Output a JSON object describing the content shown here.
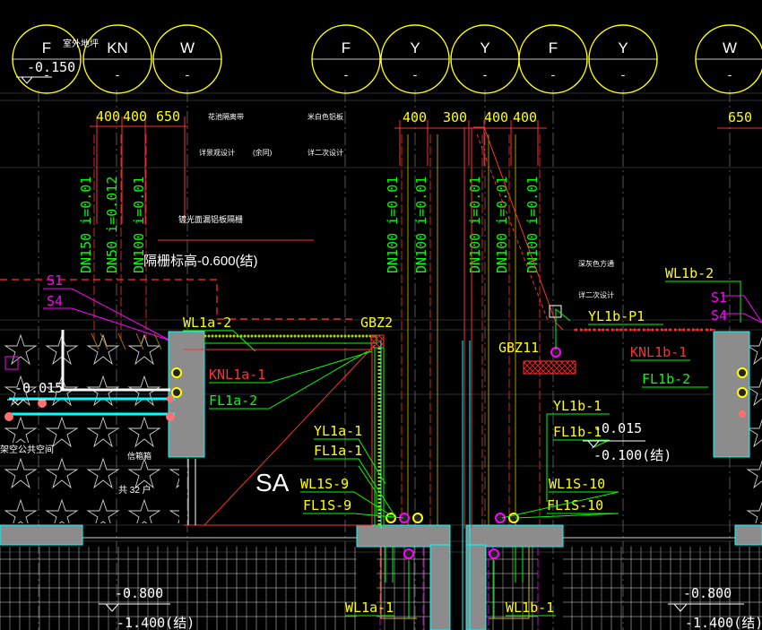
{
  "axis_bubbles": [
    {
      "letter": "F",
      "sub": "-"
    },
    {
      "letter": "KN",
      "sub": "-"
    },
    {
      "letter": "W",
      "sub": "-"
    },
    {
      "letter": "F",
      "sub": "-"
    },
    {
      "letter": "Y",
      "sub": "-"
    },
    {
      "letter": "Y",
      "sub": "-"
    },
    {
      "letter": "F",
      "sub": "-"
    },
    {
      "letter": "Y",
      "sub": "-"
    },
    {
      "letter": "W",
      "sub": "-"
    }
  ],
  "top_left": {
    "label": "室外地坪",
    "elev": "-0.150"
  },
  "dimensions": {
    "left": [
      "400",
      "400",
      "650"
    ],
    "mid": [
      "400",
      "300",
      "400",
      "400"
    ],
    "right": "650"
  },
  "notes": {
    "a": "花池隔离带",
    "b": "详景观设计",
    "c": "(余同)",
    "d": "米白色铝板",
    "e": "详二次设计",
    "f": "镀光面漏铝板隔栅",
    "g": "隔栅标高-0.600(结)",
    "h": "深灰色方通",
    "i": "详二次设计"
  },
  "pipes_vertical": {
    "left": [
      "DN150 i=0.01",
      "DN50 i=0.012",
      "DN100 i=0.01"
    ],
    "mid": [
      "DN100 i=0.01",
      "DN100 i=0.01",
      "DN100 i=0.01",
      "DN100 i=0.01",
      "DN100 i=0.01"
    ]
  },
  "labels": {
    "S1": "S1",
    "S4": "S4",
    "S1r": "S1",
    "S4r": "S4",
    "WL1a2": "WL1a-2",
    "GBZ2": "GBZ2",
    "KNL1a1": "KNL1a-1",
    "FL1a2": "FL1a-2",
    "YL1a1": "YL1a-1",
    "FL1a1": "FL1a-1",
    "WL1S9": "WL1S-9",
    "FL1S9": "FL1S-9",
    "SA": "SA",
    "WL1b2": "WL1b-2",
    "YL1bP1": "YL1b-P1",
    "GBZ11": "GBZ11",
    "KNL1b1": "KNL1b-1",
    "FL1b2": "FL1b-2",
    "YL1b1": "YL1b-1",
    "FL1b1": "FL1b-1",
    "WL1S10": "WL1S-10",
    "FL1S10": "FL1S-10",
    "WL1a1": "WL1a-1",
    "WL1b1": "WL1b-1",
    "elev_a": "-0.015",
    "elev_b": "-0.015",
    "elev_c": "-0.100(结)",
    "elev_d": "-0.800",
    "elev_e": "-1.400(结)",
    "elev_f": "-0.800",
    "elev_g": "-1.400(结)",
    "room": "架空公共空间",
    "count_label": "信箱箱",
    "count": "共 32 户"
  }
}
